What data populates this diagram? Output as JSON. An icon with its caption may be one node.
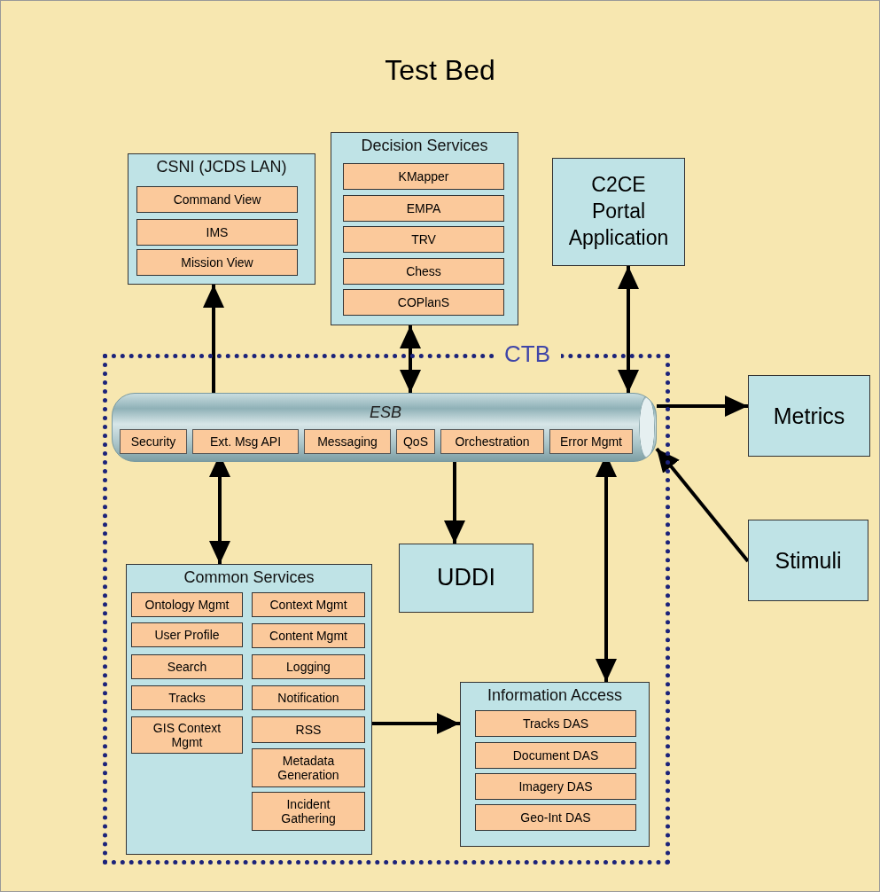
{
  "diagram": {
    "title": "Test Bed",
    "nodes": [
      {
        "text": [
          "CSNI (JCDS LAN)"
        ]
      },
      {
        "text": [
          "Command View"
        ],
        "in": 0
      },
      {
        "text": [
          "IMS"
        ],
        "in": 0
      },
      {
        "text": [
          "Mission View"
        ],
        "in": 0
      },
      {
        "text": [
          "Decision Services"
        ]
      },
      {
        "text": [
          "KMapper"
        ],
        "in": 4
      },
      {
        "text": [
          "EMPA"
        ],
        "in": 4
      },
      {
        "text": [
          "TRV"
        ],
        "in": 4
      },
      {
        "text": [
          "Chess"
        ],
        "in": 4
      },
      {
        "text": [
          "COPlanS"
        ],
        "in": 4
      },
      {
        "text": [
          "C2CE Portal Application"
        ]
      },
      {
        "text": [
          "CTB"
        ]
      },
      {
        "text": [
          "ESB"
        ],
        "in": 11
      },
      {
        "text": [
          "Security"
        ],
        "in": 12
      },
      {
        "text": [
          "Ext. Msg API"
        ],
        "in": 12
      },
      {
        "text": [
          "Messaging"
        ],
        "in": 12
      },
      {
        "text": [
          "QoS"
        ],
        "in": 12
      },
      {
        "text": [
          "Orchestration"
        ],
        "in": 12
      },
      {
        "text": [
          "Error Mgmt"
        ],
        "in": 12
      },
      {
        "text": [
          "Metrics"
        ]
      },
      {
        "text": [
          "Stimuli"
        ]
      },
      {
        "text": [
          "UDDI"
        ],
        "in": 11
      },
      {
        "text": [
          "Common Services"
        ],
        "in": 11
      },
      {
        "text": [
          "Ontology Mgmt"
        ],
        "in": 22
      },
      {
        "text": [
          "Context Mgmt"
        ],
        "in": 22
      },
      {
        "text": [
          "User Profile"
        ],
        "in": 22
      },
      {
        "text": [
          "Content Mgmt"
        ],
        "in": 22
      },
      {
        "text": [
          "Search"
        ],
        "in": 22
      },
      {
        "text": [
          "Logging"
        ],
        "in": 22
      },
      {
        "text": [
          "Tracks"
        ],
        "in": 22
      },
      {
        "text": [
          "Notification"
        ],
        "in": 22
      },
      {
        "text": [
          "GIS Context Mgmt"
        ],
        "in": 22
      },
      {
        "text": [
          "RSS"
        ],
        "in": 22
      },
      {
        "text": [
          "Metadata Generation"
        ],
        "in": 22
      },
      {
        "text": [
          "Incident Gathering"
        ],
        "in": 22
      },
      {
        "text": [
          "Information Access"
        ],
        "in": 11
      },
      {
        "text": [
          "Tracks DAS"
        ],
        "in": 35
      },
      {
        "text": [
          "Document DAS"
        ],
        "in": 35
      },
      {
        "text": [
          "Imagery DAS"
        ],
        "in": 35
      },
      {
        "text": [
          "Geo-Int DAS"
        ],
        "in": 35
      }
    ],
    "edges": [
      {
        "from": 12,
        "to": 0,
        "arrow": "to"
      },
      {
        "from": 4,
        "to": 12,
        "arrow": "both"
      },
      {
        "from": 10,
        "to": 12,
        "arrow": "both"
      },
      {
        "from": 12,
        "to": 19,
        "arrow": "to"
      },
      {
        "from": 20,
        "to": 12,
        "arrow": "to"
      },
      {
        "from": 14,
        "to": 22,
        "arrow": "both"
      },
      {
        "from": 12,
        "to": 21,
        "arrow": "to"
      },
      {
        "from": 18,
        "to": 35,
        "arrow": "both"
      },
      {
        "from": 22,
        "to": 35,
        "arrow": "to"
      }
    ]
  }
}
